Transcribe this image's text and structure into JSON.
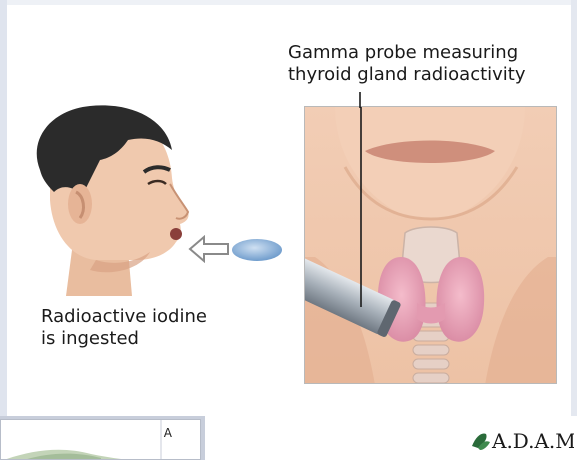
{
  "labels": {
    "probe_line1": "Gamma probe measuring",
    "probe_line2": "thyroid gland radioactivity",
    "iodine_line1": "Radioactive iodine",
    "iodine_line2": "is ingested"
  },
  "logo_text": "A.D.A.M.",
  "thumbnail": {
    "letter": "A"
  },
  "colors": {
    "skin": "#f0c9ae",
    "skin_shadow": "#d9a384",
    "hair": "#2a2a2a",
    "thyroid": "#e8a3b6",
    "pill": "#8fb6dc",
    "probe": "#9aa3ad",
    "frame": "#c8cedb"
  }
}
